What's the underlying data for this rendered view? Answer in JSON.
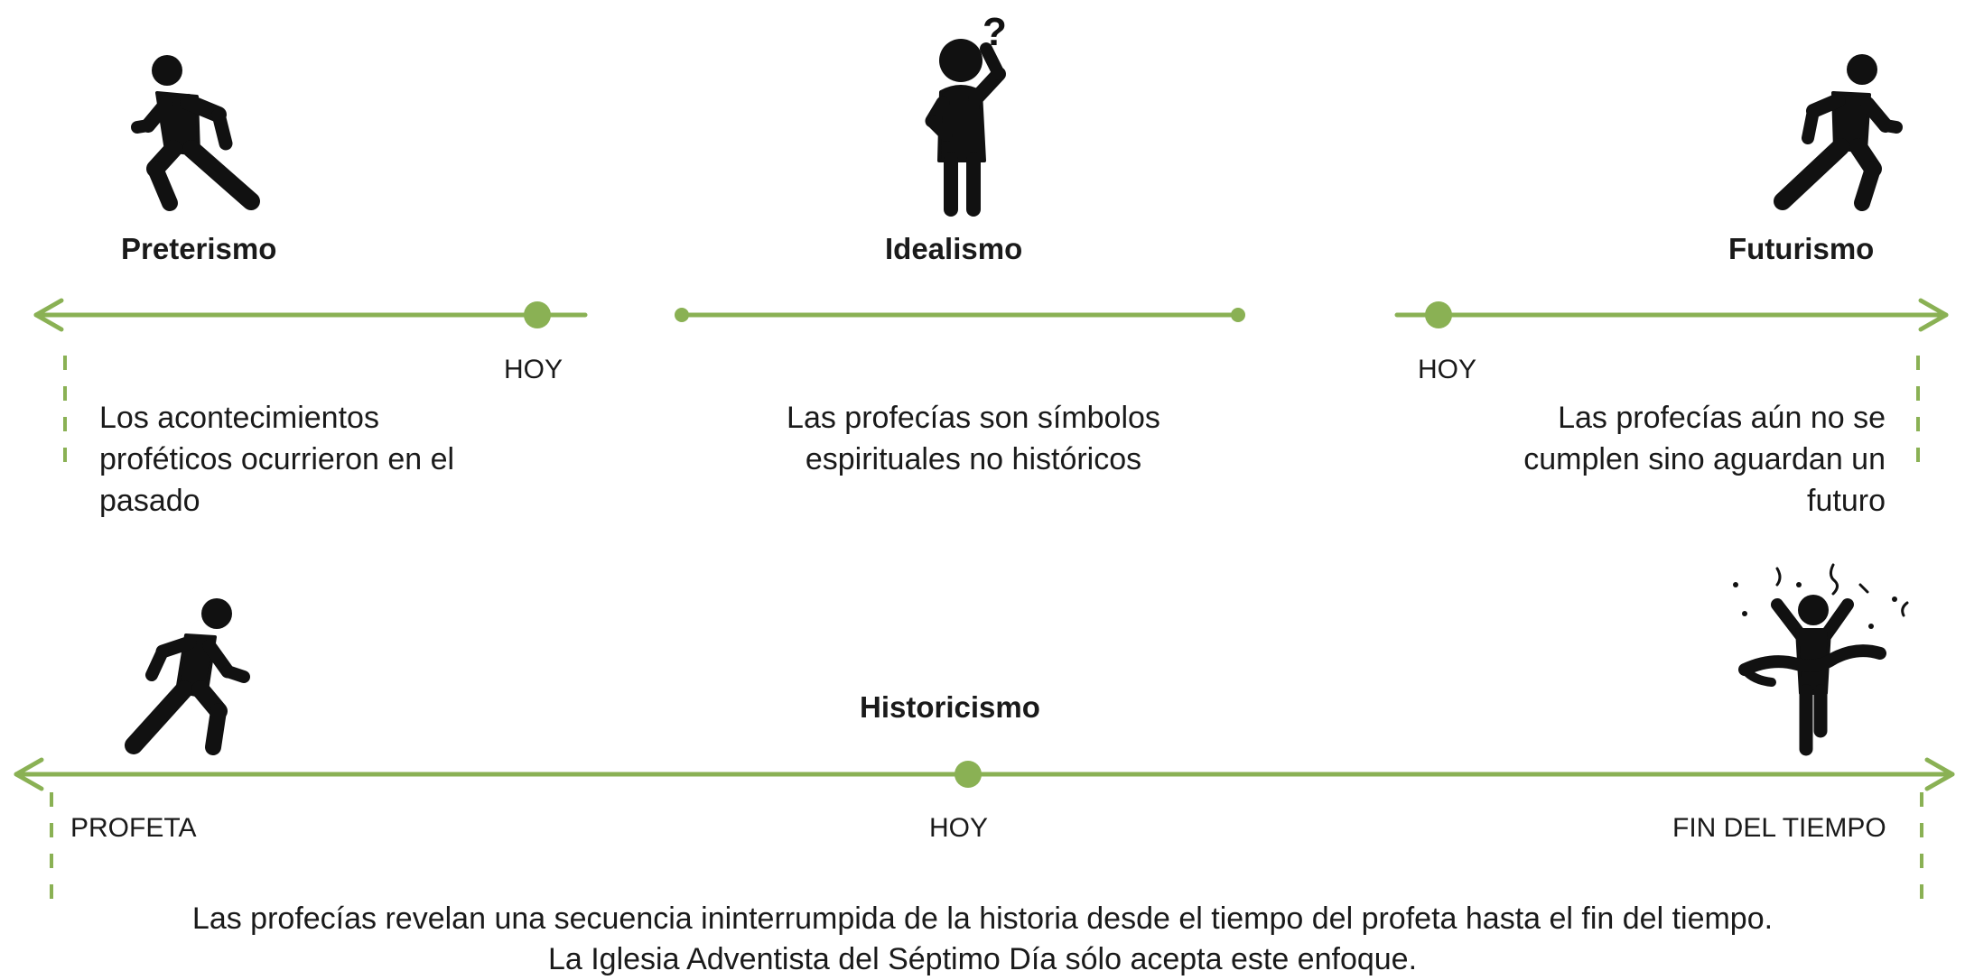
{
  "colors": {
    "line": "#8ab154",
    "figure": "#111111",
    "text": "#1a1a1a"
  },
  "panels": {
    "preterismo": {
      "title": "Preterismo",
      "marker": "HOY",
      "description": "Los acontecimientos proféticos ocurrieron en el pasado",
      "icon": "walking-person-icon"
    },
    "idealismo": {
      "title": "Idealismo",
      "description": "Las profecías son símbolos espirituales no históricos",
      "icon": "thinking-person-icon"
    },
    "futurismo": {
      "title": "Futurismo",
      "marker": "HOY",
      "description": "Las profecías aún no se cumplen sino aguardan un futuro",
      "icon": "walking-person-icon"
    }
  },
  "historicismo": {
    "title": "Historicismo",
    "markers": {
      "start": "PROFETA",
      "middle": "HOY",
      "end": "FIN DEL TIEMPO"
    },
    "footer_line1": "Las profecías  revelan una secuencia ininterrumpida de la historia desde el tiempo del profeta hasta el fin del tiempo.",
    "footer_line2": "La Iglesia Adventista del Séptimo Día sólo acepta este enfoque.",
    "icons": [
      "running-person-icon",
      "finish-line-person-icon"
    ]
  }
}
